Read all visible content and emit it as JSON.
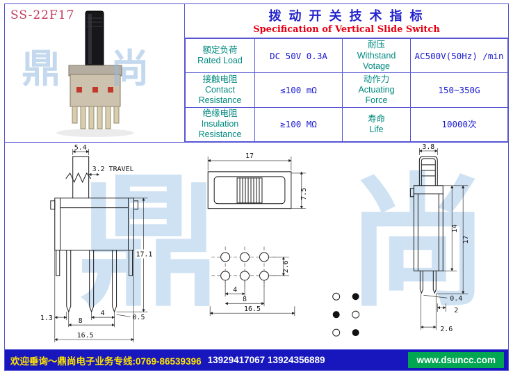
{
  "header": {
    "model": "SS-22F17",
    "title_cn": "拨 动 开 关 技 术 指 标",
    "title_en": "Specification of Vertical Slide Switch"
  },
  "spec_table": {
    "rows": [
      {
        "c1": [
          "额定负荷",
          "Rated Load"
        ],
        "c2": "DC 50V 0.3A",
        "c3": [
          "耐压",
          "Withstand",
          "Votage"
        ],
        "c4": "AC500V(50Hz) /min"
      },
      {
        "c1": [
          "接触电阻",
          "Contact",
          "Resistance"
        ],
        "c2": "≤100 mΩ",
        "c3": [
          "动作力",
          "Actuating",
          "Force"
        ],
        "c4": "150~350G"
      },
      {
        "c1": [
          "绝缘电阻",
          "Insulation",
          "Resistance"
        ],
        "c2": "≥100 MΩ",
        "c3": [
          "寿命",
          "Life"
        ],
        "c4": "10000次"
      }
    ]
  },
  "dims": {
    "front": {
      "shaft_width": "5.4",
      "travel": "3.2 TRAVEL",
      "height": "17.1",
      "pin_offset": "1.3",
      "pin_pitch": "4",
      "pin_span": "8",
      "pin_width": "0.5",
      "overall_width": "16.5"
    },
    "top": {
      "width": "17",
      "height": "7.5"
    },
    "layout": {
      "row_pitch": "2.6",
      "pitch": "4",
      "span": "8",
      "overall": "16.5"
    },
    "side": {
      "knob_width": "3.8",
      "body_height": "14",
      "overall_height": "17",
      "pin_thickness": "0.4",
      "pin_length": "2",
      "pin_spacing": "2.6"
    }
  },
  "watermark": {
    "text": "鼎 尚"
  },
  "footer": {
    "message": "欢迎垂询～鼎尚电子业务专线:0769-86539396",
    "phones": "13929417067 13924356889",
    "website": "www.dsuncc.com"
  },
  "colors": {
    "border_blue": "#5656d4",
    "title_blue": "#2222cc",
    "subtitle_red": "#e60012",
    "model_red": "#c43a5e",
    "label_teal": "#00897f",
    "value_blue": "#1a1ad0",
    "watermark_blue": "#a0c6e8",
    "footer_bg": "#1717bd",
    "footer_highlight": "#ffe400",
    "website_bg": "#00a651"
  }
}
